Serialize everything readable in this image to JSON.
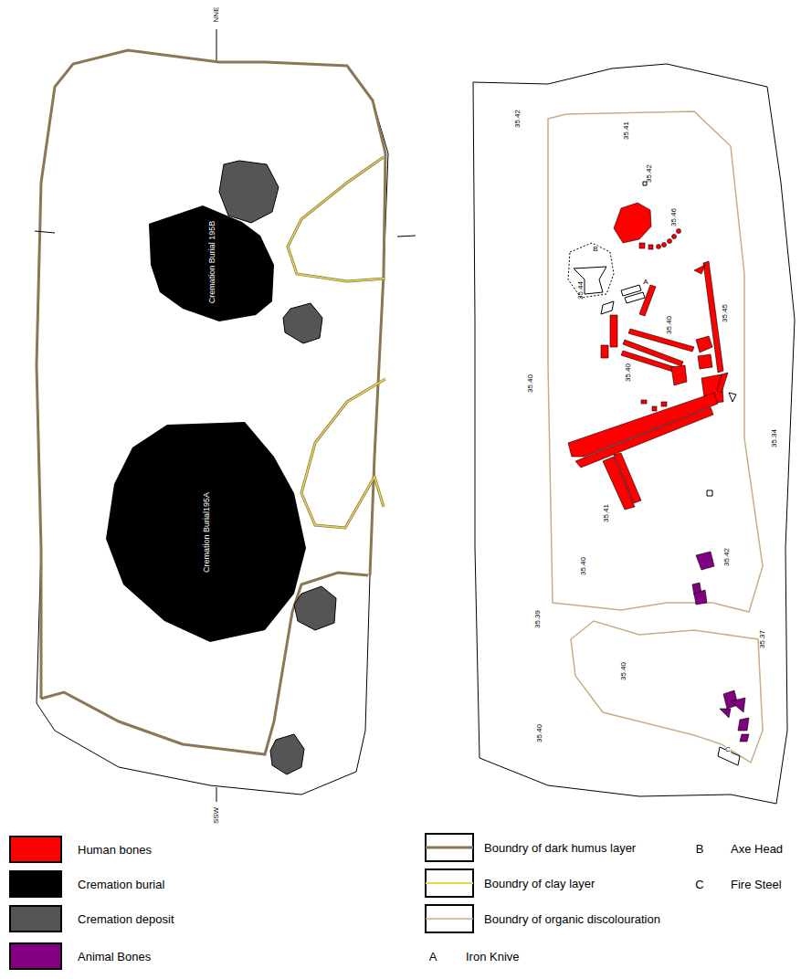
{
  "diagram": {
    "nodes": [
      {
        "text": [
          "Cremation Burial 195B"
        ]
      },
      {
        "text": [
          "Cremation Burial195A"
        ]
      }
    ],
    "labels": [
      "NNE",
      "SSW",
      "35.42",
      "35.41",
      "35.42",
      "35.46",
      "35.44",
      "35.40",
      "35.45",
      "35.40",
      "35.40",
      "35.34",
      "35.41",
      "35.42",
      "35.40",
      "35.39",
      "35.37",
      "35.40",
      "35.40",
      "B",
      "A",
      "C",
      "B",
      "C",
      "A"
    ],
    "legend": [
      {
        "text": "Human bones",
        "color": "#ff0000"
      },
      {
        "text": "Cremation burial",
        "color": "#000000"
      },
      {
        "text": "Cremation deposit",
        "color": "#555555"
      },
      {
        "text": "Animal Bones",
        "color": "#800080"
      },
      {
        "text": "Boundry of dark humus layer"
      },
      {
        "text": "Boundry of clay layer"
      },
      {
        "text": "Boundry of organic discolouration"
      },
      {
        "text": "Axe Head"
      },
      {
        "text": "Fire Steel"
      },
      {
        "text": "Iron Knive"
      }
    ]
  }
}
